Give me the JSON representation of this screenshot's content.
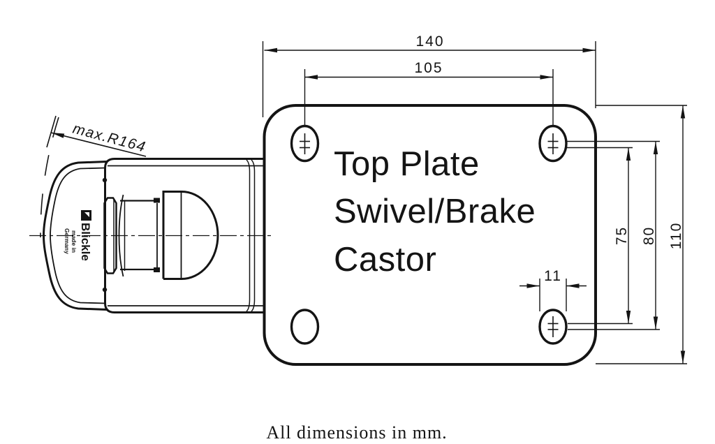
{
  "drawing": {
    "plate_label": {
      "line1": "Top Plate",
      "line2": "Swivel/Brake",
      "line3": "Castor"
    },
    "caption": "All dimensions in mm.",
    "dimensions": {
      "plate_width_mm": "140",
      "bolt_spacing_x_mm": "105",
      "bolt_spacing_y_inner_mm": "75",
      "bolt_spacing_y_outer_mm": "80",
      "plate_depth_mm": "110",
      "slot_adjust_mm": "11",
      "swivel_radius_label": "max.R164"
    },
    "logo": {
      "brand": "Blickle",
      "made_in": "made in",
      "country": "Germany"
    },
    "colors": {
      "ink": "#141414",
      "background": "#ffffff"
    }
  }
}
